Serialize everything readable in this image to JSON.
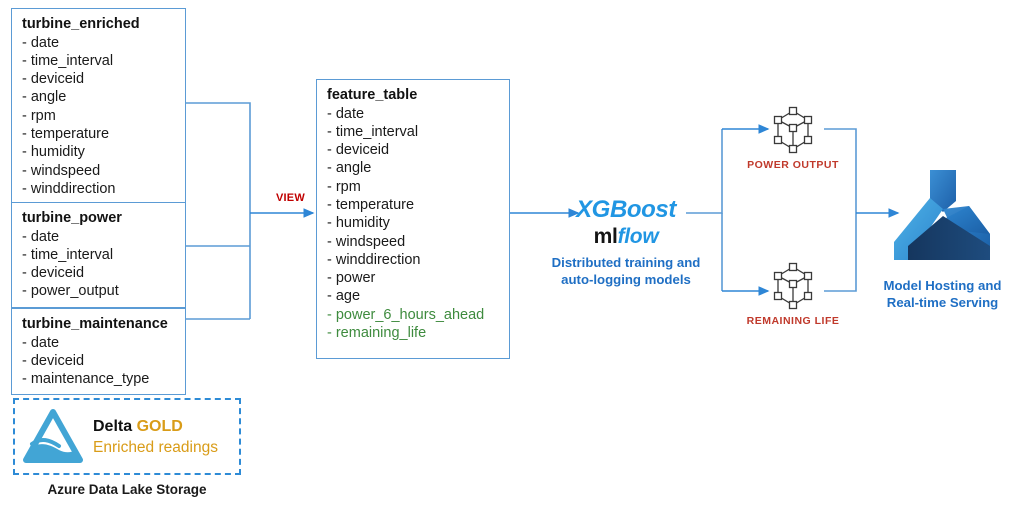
{
  "diagram": {
    "title": "Wind turbine predictive maintenance ML pipeline",
    "colors": {
      "connector_blue": "#5B9BD5",
      "accent_blue": "#2196E3",
      "caption_blue": "#1F6FC4",
      "target_green": "#3E8B3E",
      "label_red": "#C0392B",
      "view_red": "#C00000",
      "gold": "#D99C18",
      "delta_logo_blue": "#42A5D5"
    }
  },
  "source_tables": [
    {
      "name": "turbine_enriched",
      "columns": [
        "- date",
        "- time_interval",
        "- deviceid",
        "- angle",
        "- rpm",
        "- temperature",
        "- humidity",
        "- windspeed",
        "- winddirection"
      ]
    },
    {
      "name": "turbine_power",
      "columns": [
        "- date",
        "- time_interval",
        "- deviceid",
        "- power_output"
      ]
    },
    {
      "name": "turbine_maintenance",
      "columns": [
        "- date",
        "- deviceid",
        "- maintenance_type"
      ]
    }
  ],
  "feature_table": {
    "name": "feature_table",
    "columns": [
      {
        "text": "- date",
        "target": false
      },
      {
        "text": "- time_interval",
        "target": false
      },
      {
        "text": "- deviceid",
        "target": false
      },
      {
        "text": "- angle",
        "target": false
      },
      {
        "text": "- rpm",
        "target": false
      },
      {
        "text": "- temperature",
        "target": false
      },
      {
        "text": "- humidity",
        "target": false
      },
      {
        "text": "- windspeed",
        "target": false
      },
      {
        "text": "- winddirection",
        "target": false
      },
      {
        "text": "- power",
        "target": false
      },
      {
        "text": "- age",
        "target": false
      },
      {
        "text": "- power_6_hours_ahead",
        "target": true
      },
      {
        "text": "- remaining_life",
        "target": true
      }
    ]
  },
  "edges": {
    "view_label": "VIEW"
  },
  "training": {
    "xgboost_logo": "XGBoost",
    "mlflow_ml": "ml",
    "mlflow_flow": "flow",
    "caption_line1": "Distributed training and",
    "caption_line2": "auto-logging models"
  },
  "models": [
    {
      "label": "POWER OUTPUT",
      "icon": "cube-network-icon"
    },
    {
      "label": "REMAINING LIFE",
      "icon": "cube-network-icon"
    }
  ],
  "serving": {
    "icon": "azure-machine-learning-icon",
    "caption_line1": "Model Hosting and",
    "caption_line2": "Real-time Serving"
  },
  "storage": {
    "icon": "delta-lake-icon",
    "title_delta": "Delta ",
    "title_gold": "GOLD",
    "subtitle": "Enriched readings",
    "caption": "Azure Data Lake Storage"
  }
}
